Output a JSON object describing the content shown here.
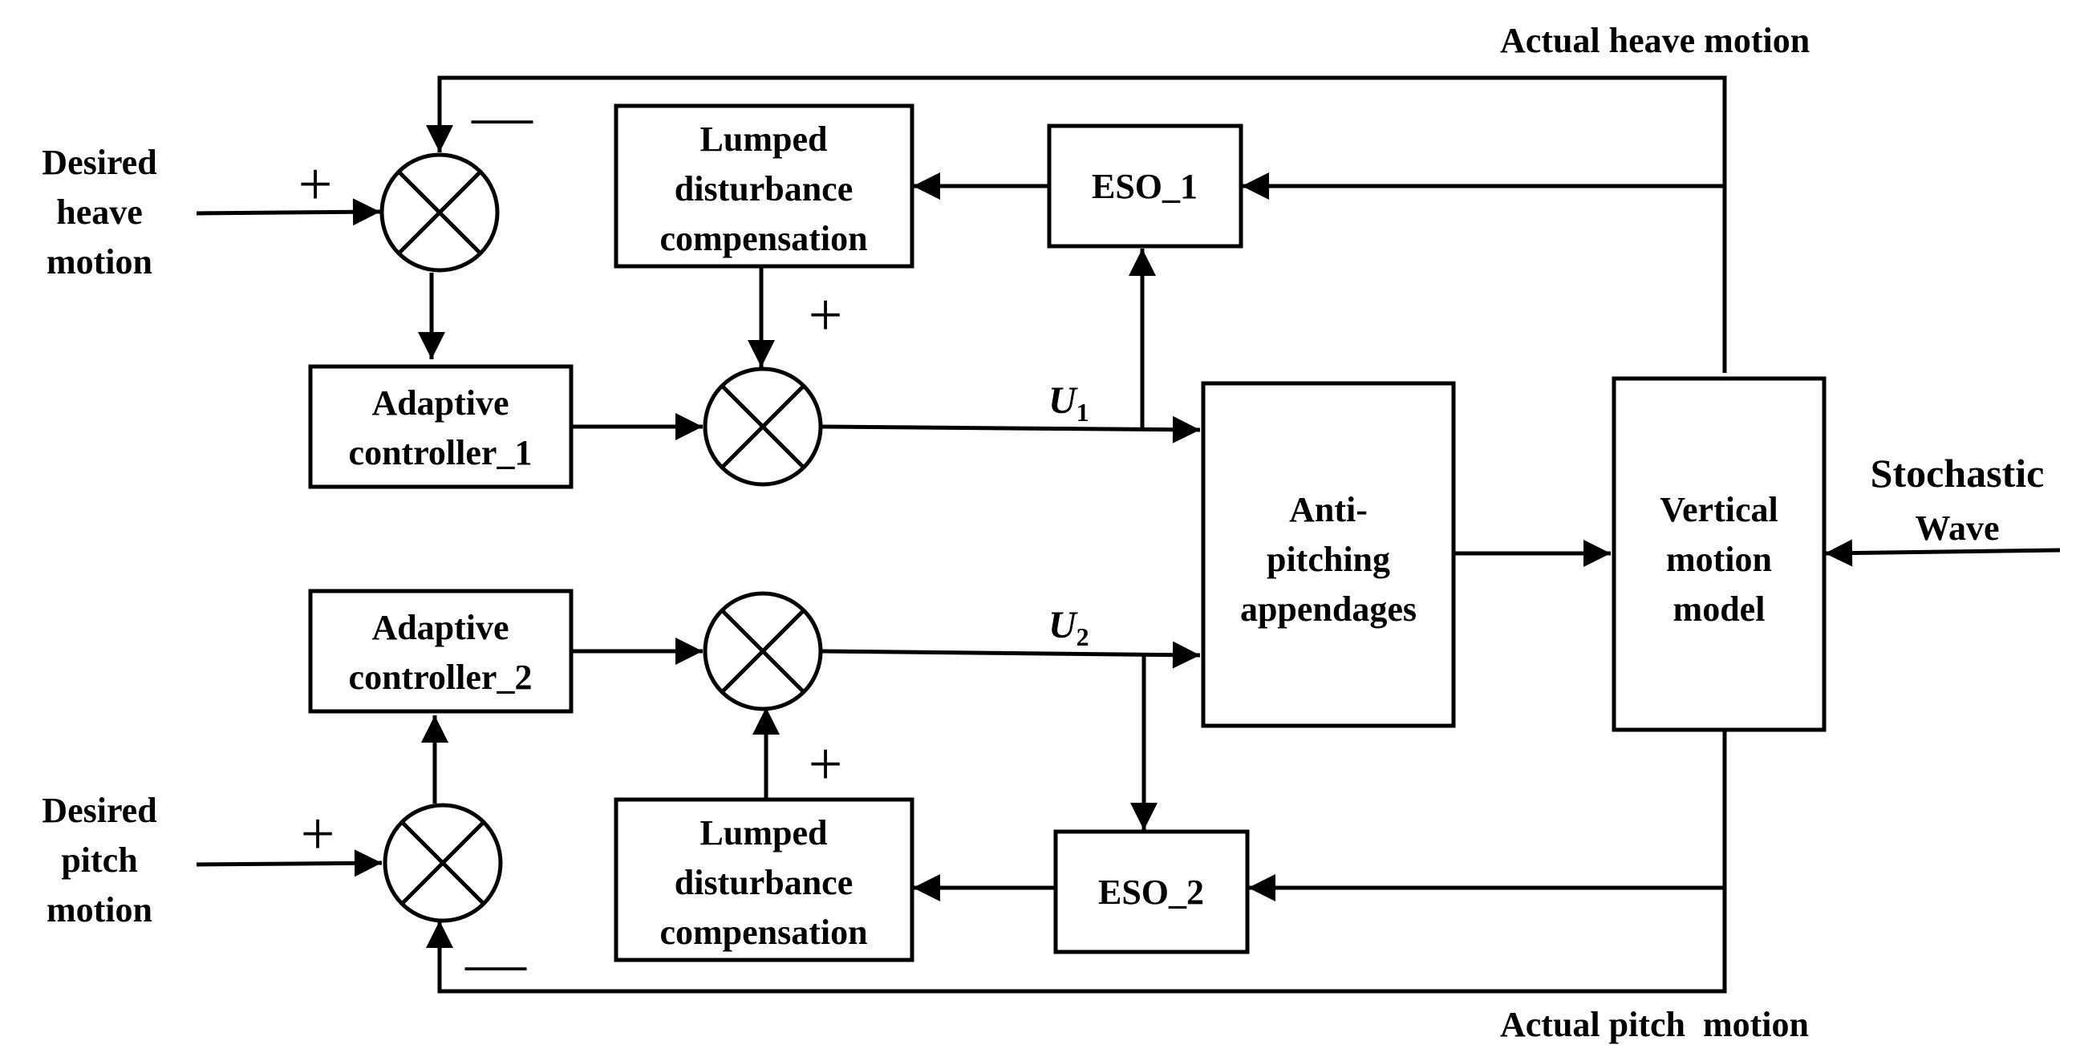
{
  "inputs": {
    "desired_heave": [
      "Desired",
      "heave",
      "motion"
    ],
    "desired_pitch": [
      "Desired",
      "pitch",
      "motion"
    ]
  },
  "blocks": {
    "adaptive_controller_1": [
      "Adaptive",
      "controller_1"
    ],
    "adaptive_controller_2": [
      "Adaptive",
      "controller_2"
    ],
    "lumped_comp_1": [
      "Lumped",
      "disturbance",
      "compensation"
    ],
    "lumped_comp_2": [
      "Lumped",
      "disturbance",
      "compensation"
    ],
    "eso_1": "ESO_1",
    "eso_2": "ESO_2",
    "anti_pitching": [
      "Anti-",
      "pitching",
      "appendages"
    ],
    "vertical_model": [
      "Vertical",
      "motion",
      "model"
    ]
  },
  "signals": {
    "u1": {
      "var": "U",
      "sub": "1"
    },
    "u2": {
      "var": "U",
      "sub": "2"
    },
    "actual_heave": "Actual heave motion",
    "actual_pitch": "Actual pitch  motion",
    "stochastic": "Stochastic",
    "wave": "Wave"
  },
  "signs": {
    "plus": "+",
    "minus": "—"
  }
}
